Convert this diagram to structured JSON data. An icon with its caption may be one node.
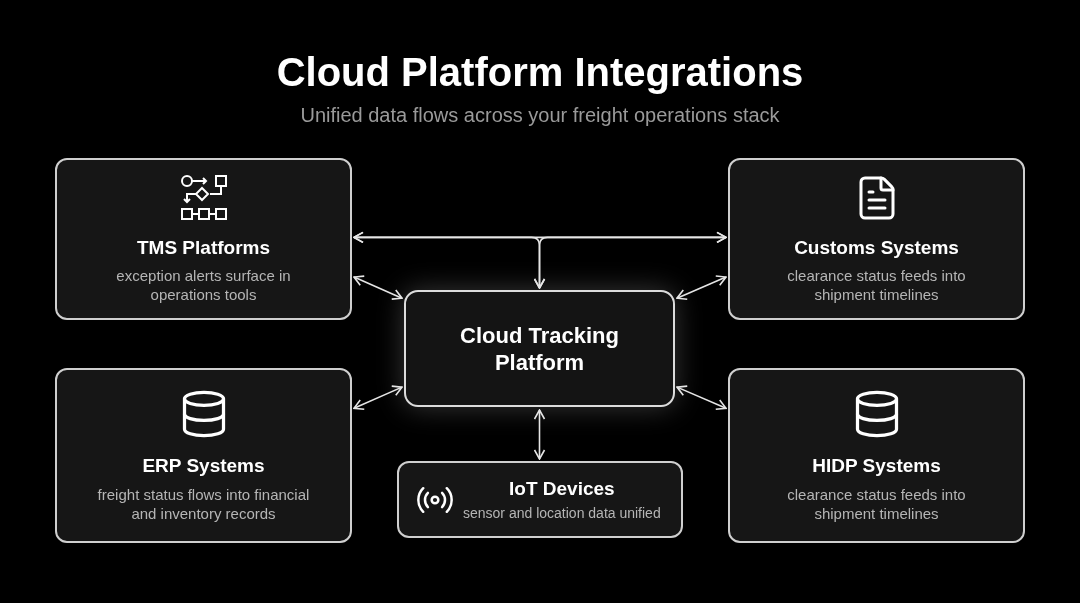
{
  "diagram": {
    "title": "Cloud Platform Integrations",
    "caption": "Unified data flows across your freight operations stack",
    "nodes": [
      {
        "text": [
          "TMS Platforms",
          "exception alerts surface in operations tools"
        ]
      },
      {
        "text": [
          "Customs Systems",
          "clearance status feeds into shipment timelines"
        ]
      },
      {
        "text": [
          "Cloud Tracking Platform"
        ]
      },
      {
        "text": [
          "ERP Systems",
          "freight status flows into financial and inventory records"
        ]
      },
      {
        "text": [
          "IoT Devices",
          "sensor and location data unified"
        ]
      },
      {
        "text": [
          "HIDP Systems",
          "clearance status feeds into shipment timelines"
        ]
      }
    ],
    "edges": [
      {
        "from": 0,
        "to": 1,
        "arrow": "both"
      },
      {
        "from": 0,
        "to": 2,
        "arrow": "both"
      },
      {
        "from": 1,
        "to": 2,
        "arrow": "both"
      },
      {
        "from": 0,
        "to": 2,
        "arrow": "both"
      },
      {
        "from": 1,
        "to": 2,
        "arrow": "both"
      },
      {
        "from": 3,
        "to": 2,
        "arrow": "both"
      },
      {
        "from": 5,
        "to": 2,
        "arrow": "both"
      },
      {
        "from": 2,
        "to": 4,
        "arrow": "both"
      }
    ]
  }
}
